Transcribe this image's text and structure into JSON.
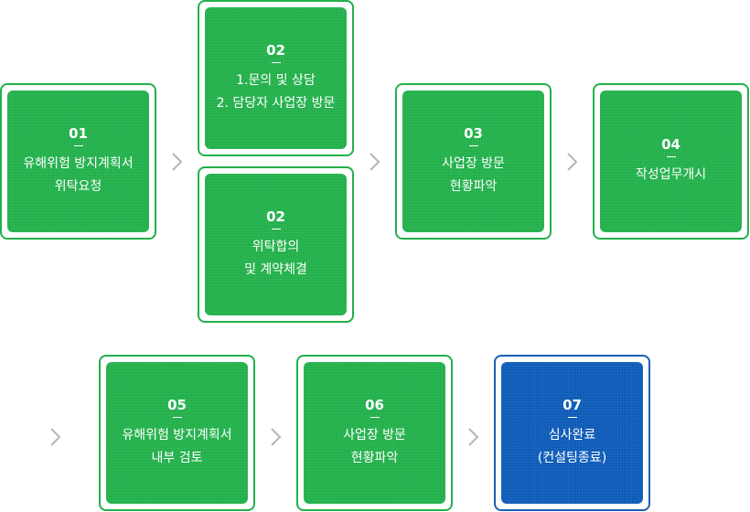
{
  "steps": [
    {
      "id": "s01",
      "num": "01",
      "lines": [
        "유해위험 방지계획서",
        "위탁요청"
      ]
    },
    {
      "id": "s02a",
      "num": "02",
      "lines": [
        "1.문의 및 상담",
        "2. 담당자 사업장 방문"
      ]
    },
    {
      "id": "s02b",
      "num": "02",
      "lines": [
        "위탁합의",
        "및 계약체결"
      ]
    },
    {
      "id": "s03",
      "num": "03",
      "lines": [
        "사업장 방문",
        "현황파악"
      ]
    },
    {
      "id": "s04",
      "num": "04",
      "lines": [
        "작성업무개시"
      ]
    },
    {
      "id": "s05",
      "num": "05",
      "lines": [
        "유해위험 방지계획서",
        "내부 검토"
      ]
    },
    {
      "id": "s06",
      "num": "06",
      "lines": [
        "사업장 방문",
        "현황파악"
      ]
    },
    {
      "id": "s07",
      "num": "07",
      "lines": [
        "심사완료",
        "(컨설팅종료)"
      ]
    }
  ],
  "colors": {
    "green": "#22b04b",
    "blue": "#0d5bb8",
    "arrow": "#b5b5b5"
  },
  "arrow_icon": "chevron-right-icon"
}
